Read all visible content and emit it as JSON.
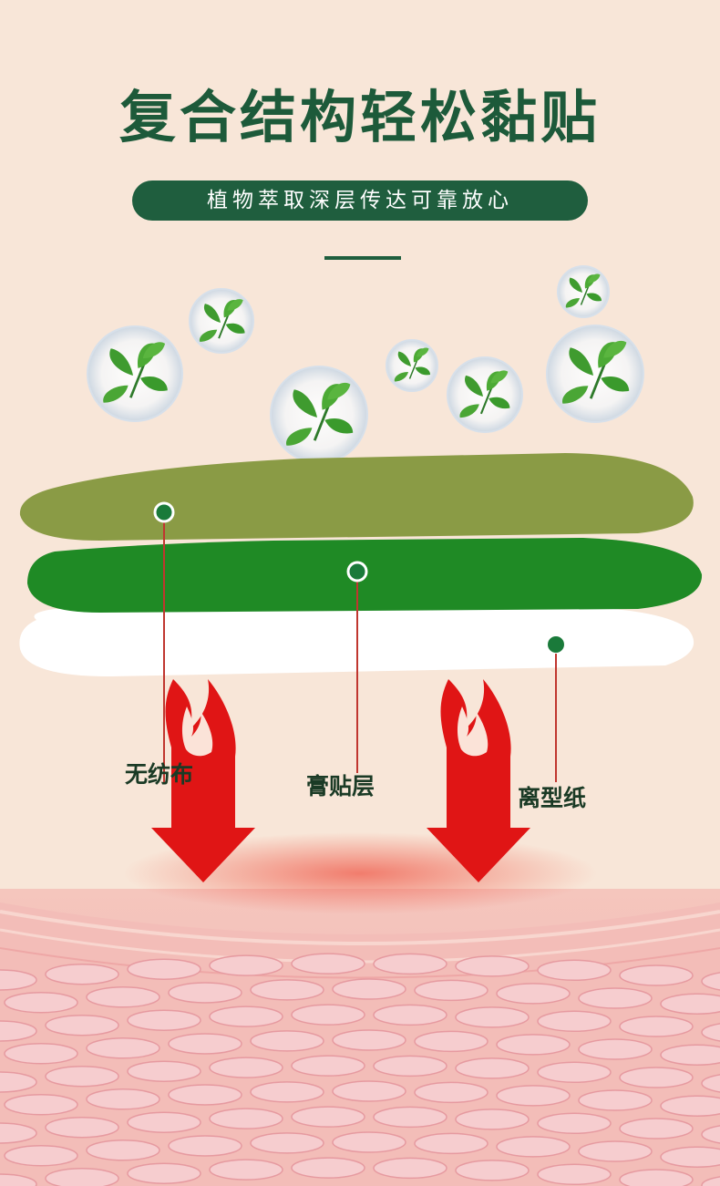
{
  "title": "复合结构轻松黏贴",
  "subtitle": "植物萃取深层传达可靠放心",
  "layers": [
    {
      "label": "无纺布",
      "color": "#8a9b45"
    },
    {
      "label": "膏贴层",
      "color": "#1f8a25"
    },
    {
      "label": "离型纸",
      "color": "#ffffff"
    }
  ],
  "icons": [
    "herb-bubble-icon",
    "flame-icon",
    "arrow-down-icon"
  ],
  "colors": {
    "brand_green": "#1f5e3e",
    "background": "#f8e6d8",
    "arrow_red": "#e01515",
    "skin_pink": "#f2b6b0"
  }
}
